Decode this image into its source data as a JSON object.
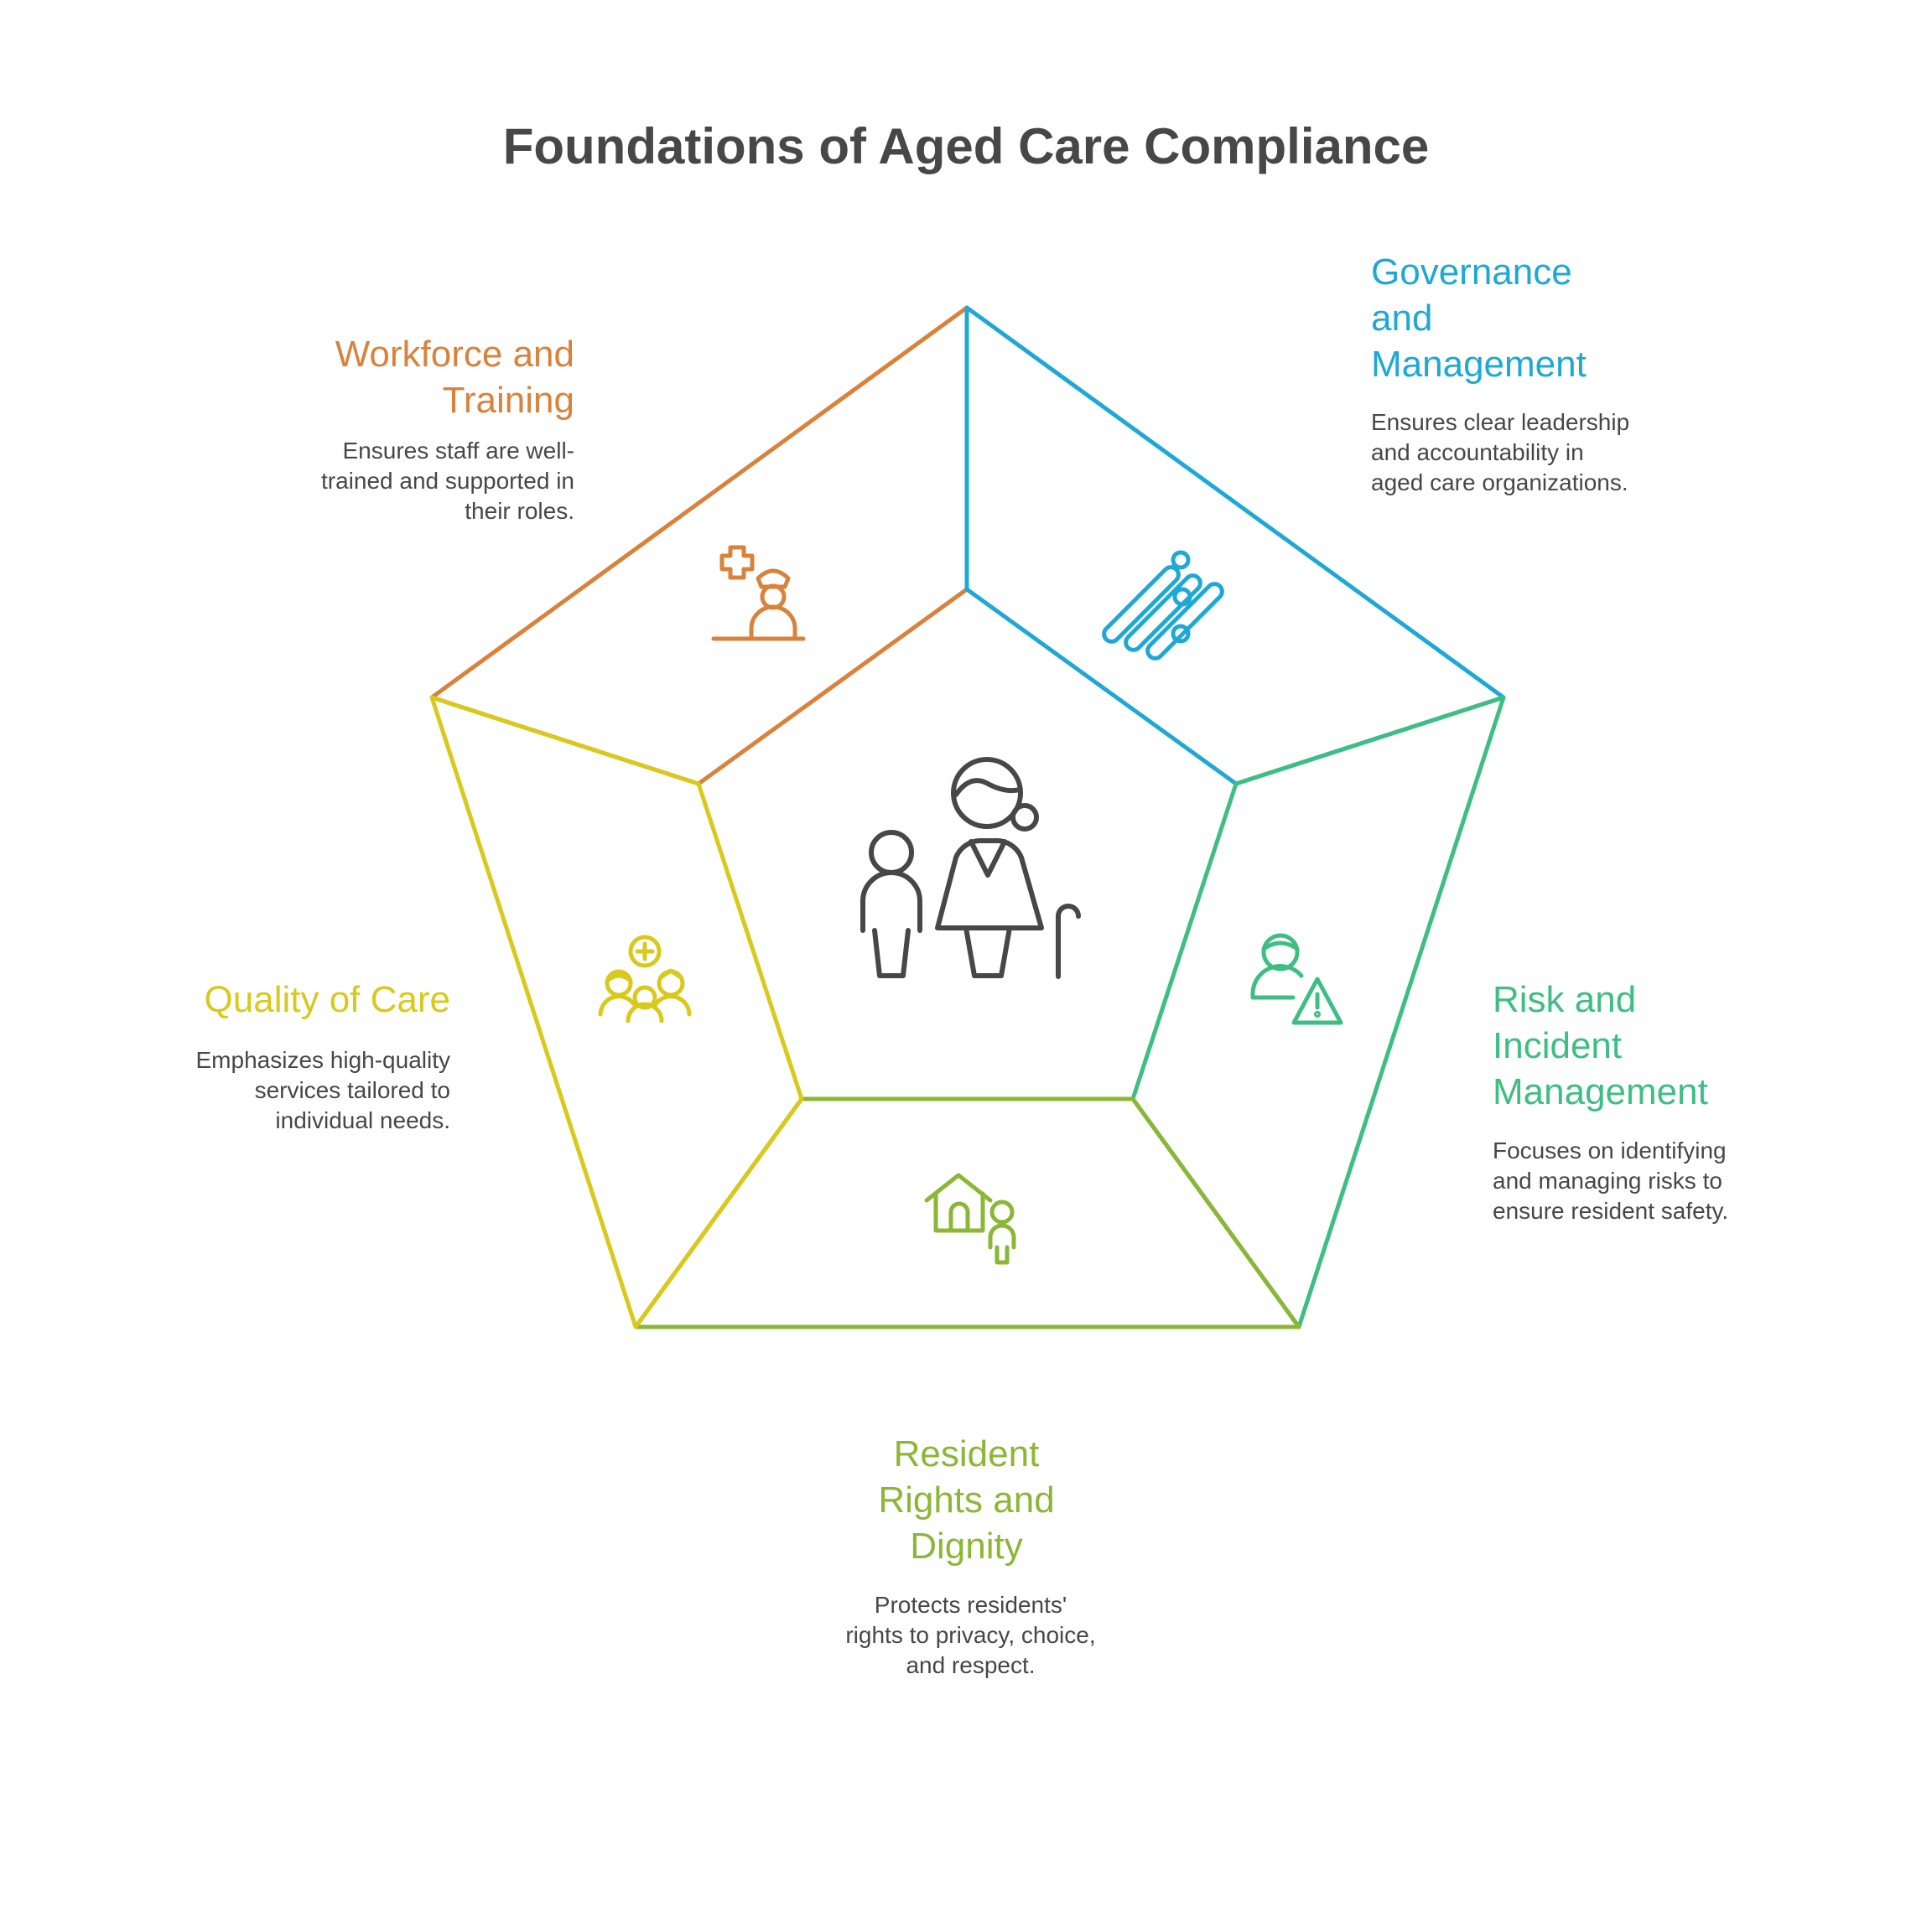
{
  "title": "Foundations of Aged Care Compliance",
  "colors": {
    "text": "#474747",
    "workforce": "#d9823b",
    "governance": "#1ea8d6",
    "risk": "#3ebe82",
    "rights": "#8bb735",
    "quality": "#d9c91b",
    "center_icon": "#474747"
  },
  "center": {
    "icon": "elderly-woman-with-child-and-cane-icon"
  },
  "sections": {
    "workforce": {
      "title": "Workforce and Training",
      "description": "Ensures staff are well-trained and supported in their roles.",
      "icon": "nurse-with-medical-cross-icon"
    },
    "governance": {
      "title": "Governance and Management",
      "description": "Ensures clear leadership and accountability in aged care organizations.",
      "icon": "aligned-bars-icon"
    },
    "risk": {
      "title": "Risk and Incident Management",
      "description": "Focuses on identifying and managing risks to ensure resident safety.",
      "icon": "person-with-warning-icon"
    },
    "rights": {
      "title": "Resident Rights and Dignity",
      "description": "Protects residents' rights to privacy, choice, and respect.",
      "icon": "home-and-person-icon"
    },
    "quality": {
      "title": "Quality of Care",
      "description": "Emphasizes high-quality services tailored to individual needs.",
      "icon": "group-with-plus-icon"
    }
  }
}
